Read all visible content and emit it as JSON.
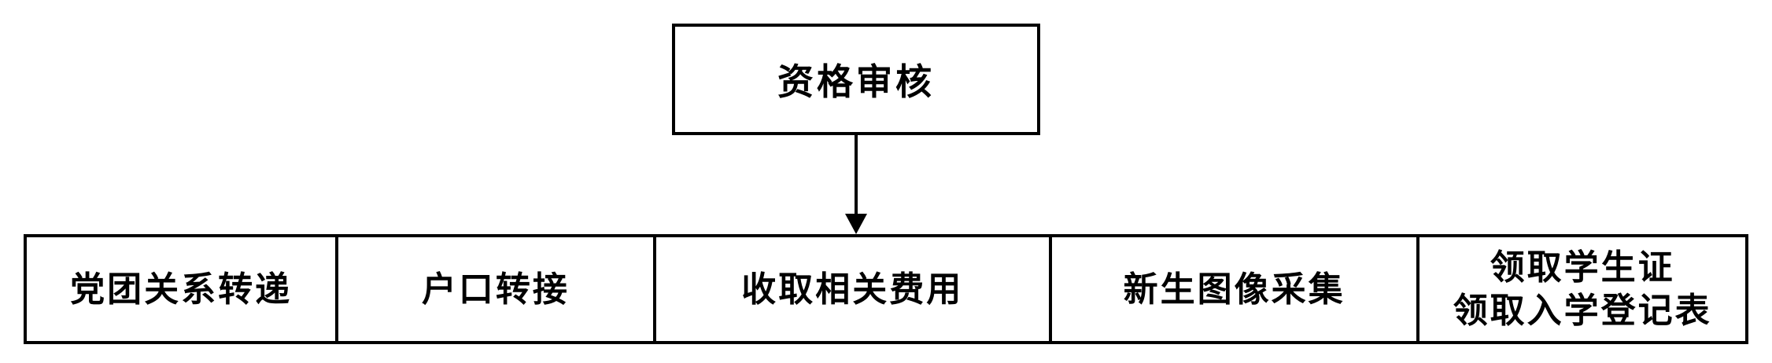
{
  "flowchart": {
    "top_box": {
      "label": "资格审核"
    },
    "cells": [
      {
        "label": "党团关系转递"
      },
      {
        "label": "户口转接"
      },
      {
        "label": "收取相关费用"
      },
      {
        "label": "新生图像采集"
      },
      {
        "label": "领取学生证\n领取入学登记表"
      }
    ],
    "colors": {
      "border": "#000000",
      "background": "#ffffff",
      "text": "#000000"
    }
  }
}
